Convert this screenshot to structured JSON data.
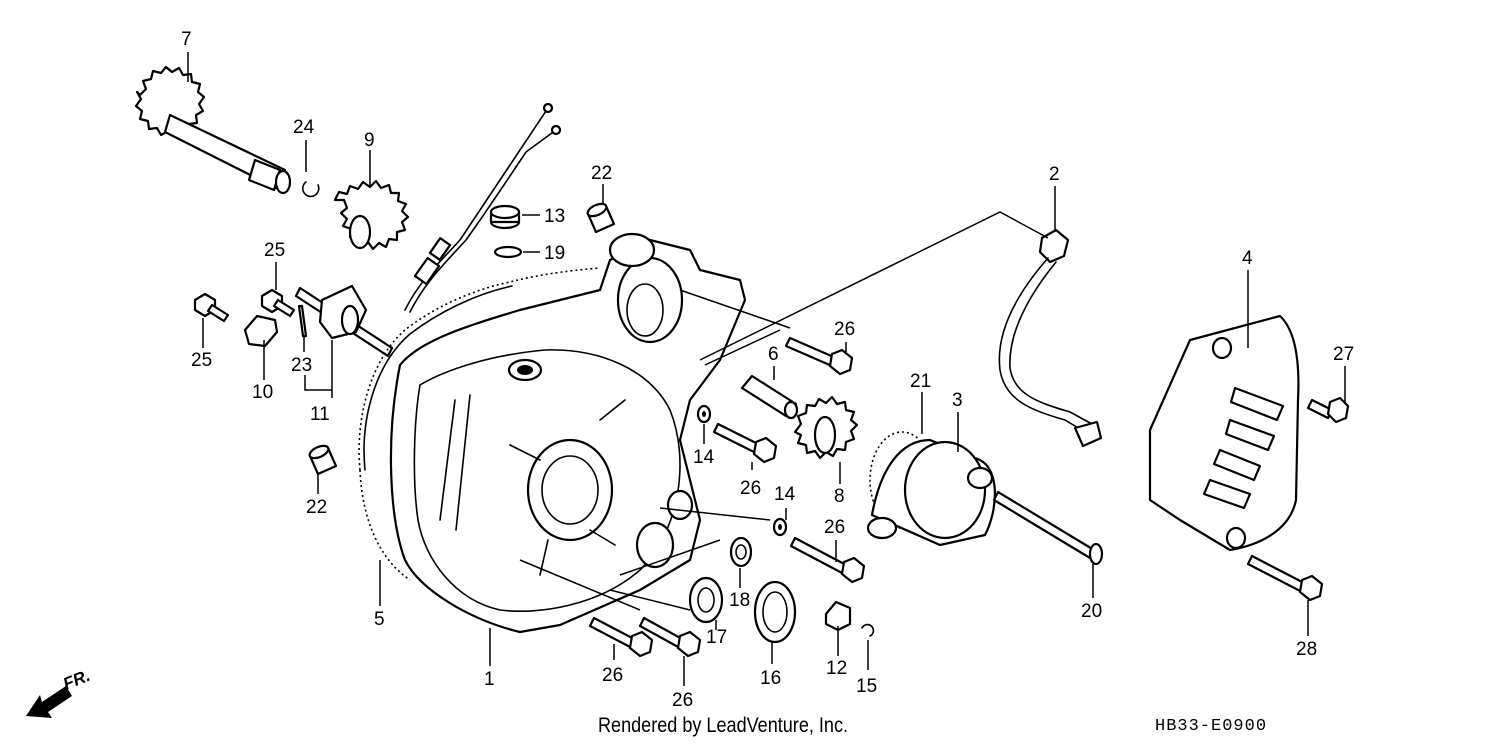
{
  "callouts": [
    "1",
    "2",
    "3",
    "4",
    "5",
    "6",
    "7",
    "8",
    "9",
    "10",
    "11",
    "12",
    "13",
    "14",
    "14",
    "15",
    "16",
    "17",
    "18",
    "19",
    "20",
    "21",
    "22",
    "22",
    "23",
    "24",
    "25",
    "25",
    "26",
    "26",
    "26",
    "26",
    "26",
    "27",
    "28"
  ],
  "direction_label": "FR.",
  "credit": "Rendered by LeadVenture, Inc.",
  "diagram_code": "HB33-E0900"
}
